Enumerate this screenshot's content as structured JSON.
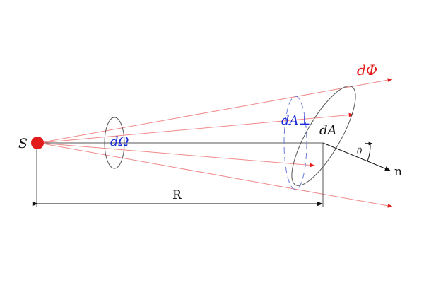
{
  "diagram": {
    "labels": {
      "source": "S",
      "solid_angle": "dΩ",
      "area_perp": "dA⊥",
      "area": "dA",
      "flux": "dΦ",
      "angle": "θ",
      "normal": "n",
      "distance": "R"
    },
    "colors": {
      "source": "#e21a1a",
      "rays": "#f08a8a",
      "arrow_heads": "#e21a1a",
      "blue_text": "#1a2ad6",
      "red_text": "#e21a1a",
      "outline": "#555555",
      "dashed_ellipse": "#6a7ad6"
    }
  }
}
